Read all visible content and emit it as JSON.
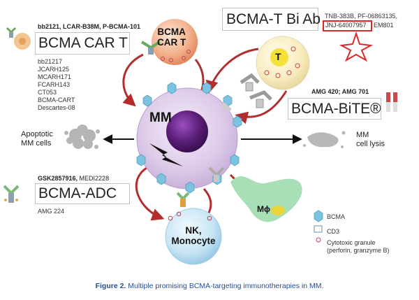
{
  "mm": {
    "label": "MM"
  },
  "bcma_car_t_cell": {
    "label_line1": "BCMA",
    "label_line2": "CAR T"
  },
  "t_cell": {
    "label": "T"
  },
  "nk": {
    "label_line1": "NK",
    "label_line2": ",",
    "label_line3": "Monocyte"
  },
  "macrophage": {
    "label": "Mϕ"
  },
  "car_t": {
    "products": "bb2121, LCAR-B38M, P-BCMA-101",
    "title": "BCMA CAR T",
    "list": [
      "bb21217",
      "JCARH125",
      "MCARH171",
      "FCARH143",
      "CT053",
      "BCMA-CART",
      "Descartes-08"
    ]
  },
  "bi_ab": {
    "title": "BCMA-T Bi Ab",
    "products_line1": "TNB-383B, PF-06863135,",
    "highlighted": "JNJ-64007957",
    "products_line2_rest": "EM801"
  },
  "bite": {
    "products": "AMG 420; AMG 701",
    "title": "BCMA-BiTE®"
  },
  "adc": {
    "products_bold": "GSK2857916,",
    "products_rest": " MEDI2228",
    "title": "BCMA-ADC",
    "extra": "AMG 224"
  },
  "apoptotic": {
    "line1": "Apoptotic",
    "line2": "MM cells"
  },
  "lysis": {
    "line1": "MM",
    "line2": "cell lysis"
  },
  "legend": {
    "bcma": "BCMA",
    "cd3": "CD3",
    "granule_line1": "Cytotoxic granule",
    "granule_line2": "(perforin, granzyme B)"
  },
  "caption": {
    "label": "Figure 2.",
    "text": "Multiple promising BCMA-targeting immunotherapies in MM."
  },
  "colors": {
    "mm_outer": "#d9c8e6",
    "mm_nucleus": "#5b1e78",
    "arrow_red": "#b32d2d",
    "bcma_receptor": "#7cc3df",
    "t_cell": "#f5e39a",
    "car_t_cell": "#f0a27a",
    "nk_cell": "#b8dcf0",
    "macrophage": "#a9dfb7",
    "highlight_red": "#d62a2a",
    "caption_blue": "#2a4d8f"
  }
}
